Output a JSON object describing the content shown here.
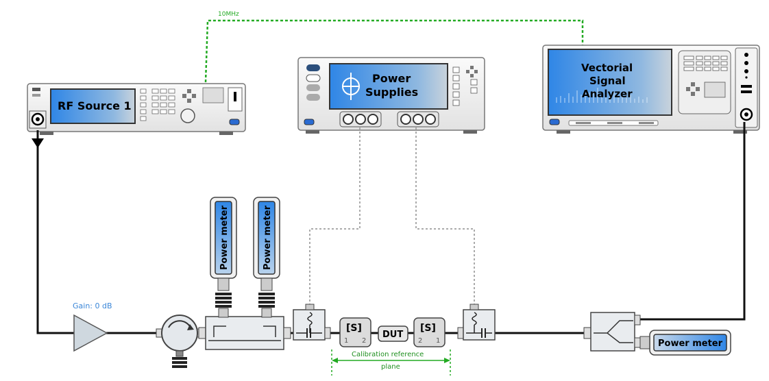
{
  "sync": {
    "label": "10MHz"
  },
  "instruments": {
    "rf_source": {
      "label": "RF Source 1"
    },
    "power_supplies": {
      "line1": "Power",
      "line2": "Supplies"
    },
    "vsa": {
      "line1": "Vectorial",
      "line2": "Signal",
      "line3": "Analyzer"
    }
  },
  "amplifier": {
    "gain_label": "Gain: 0 dB"
  },
  "power_meters": {
    "vertical_1": "Power meter",
    "vertical_2": "Power meter",
    "horizontal": "Power meter"
  },
  "chain": {
    "s_block_1": {
      "title": "[S]",
      "port_a": "1",
      "port_b": "2"
    },
    "dut": "DUT",
    "s_block_2": {
      "title": "[S]",
      "port_a": "2",
      "port_b": "1"
    }
  },
  "calibration": {
    "line1": "Calibration reference",
    "line2": "plane"
  },
  "colors": {
    "screen": "#3d8ee0",
    "sync_line": "#22aa22",
    "calibration": "#22aa22",
    "gain_text": "#3a86d8",
    "bias_line": "#aaaaaa",
    "rf_line": "#111111"
  }
}
